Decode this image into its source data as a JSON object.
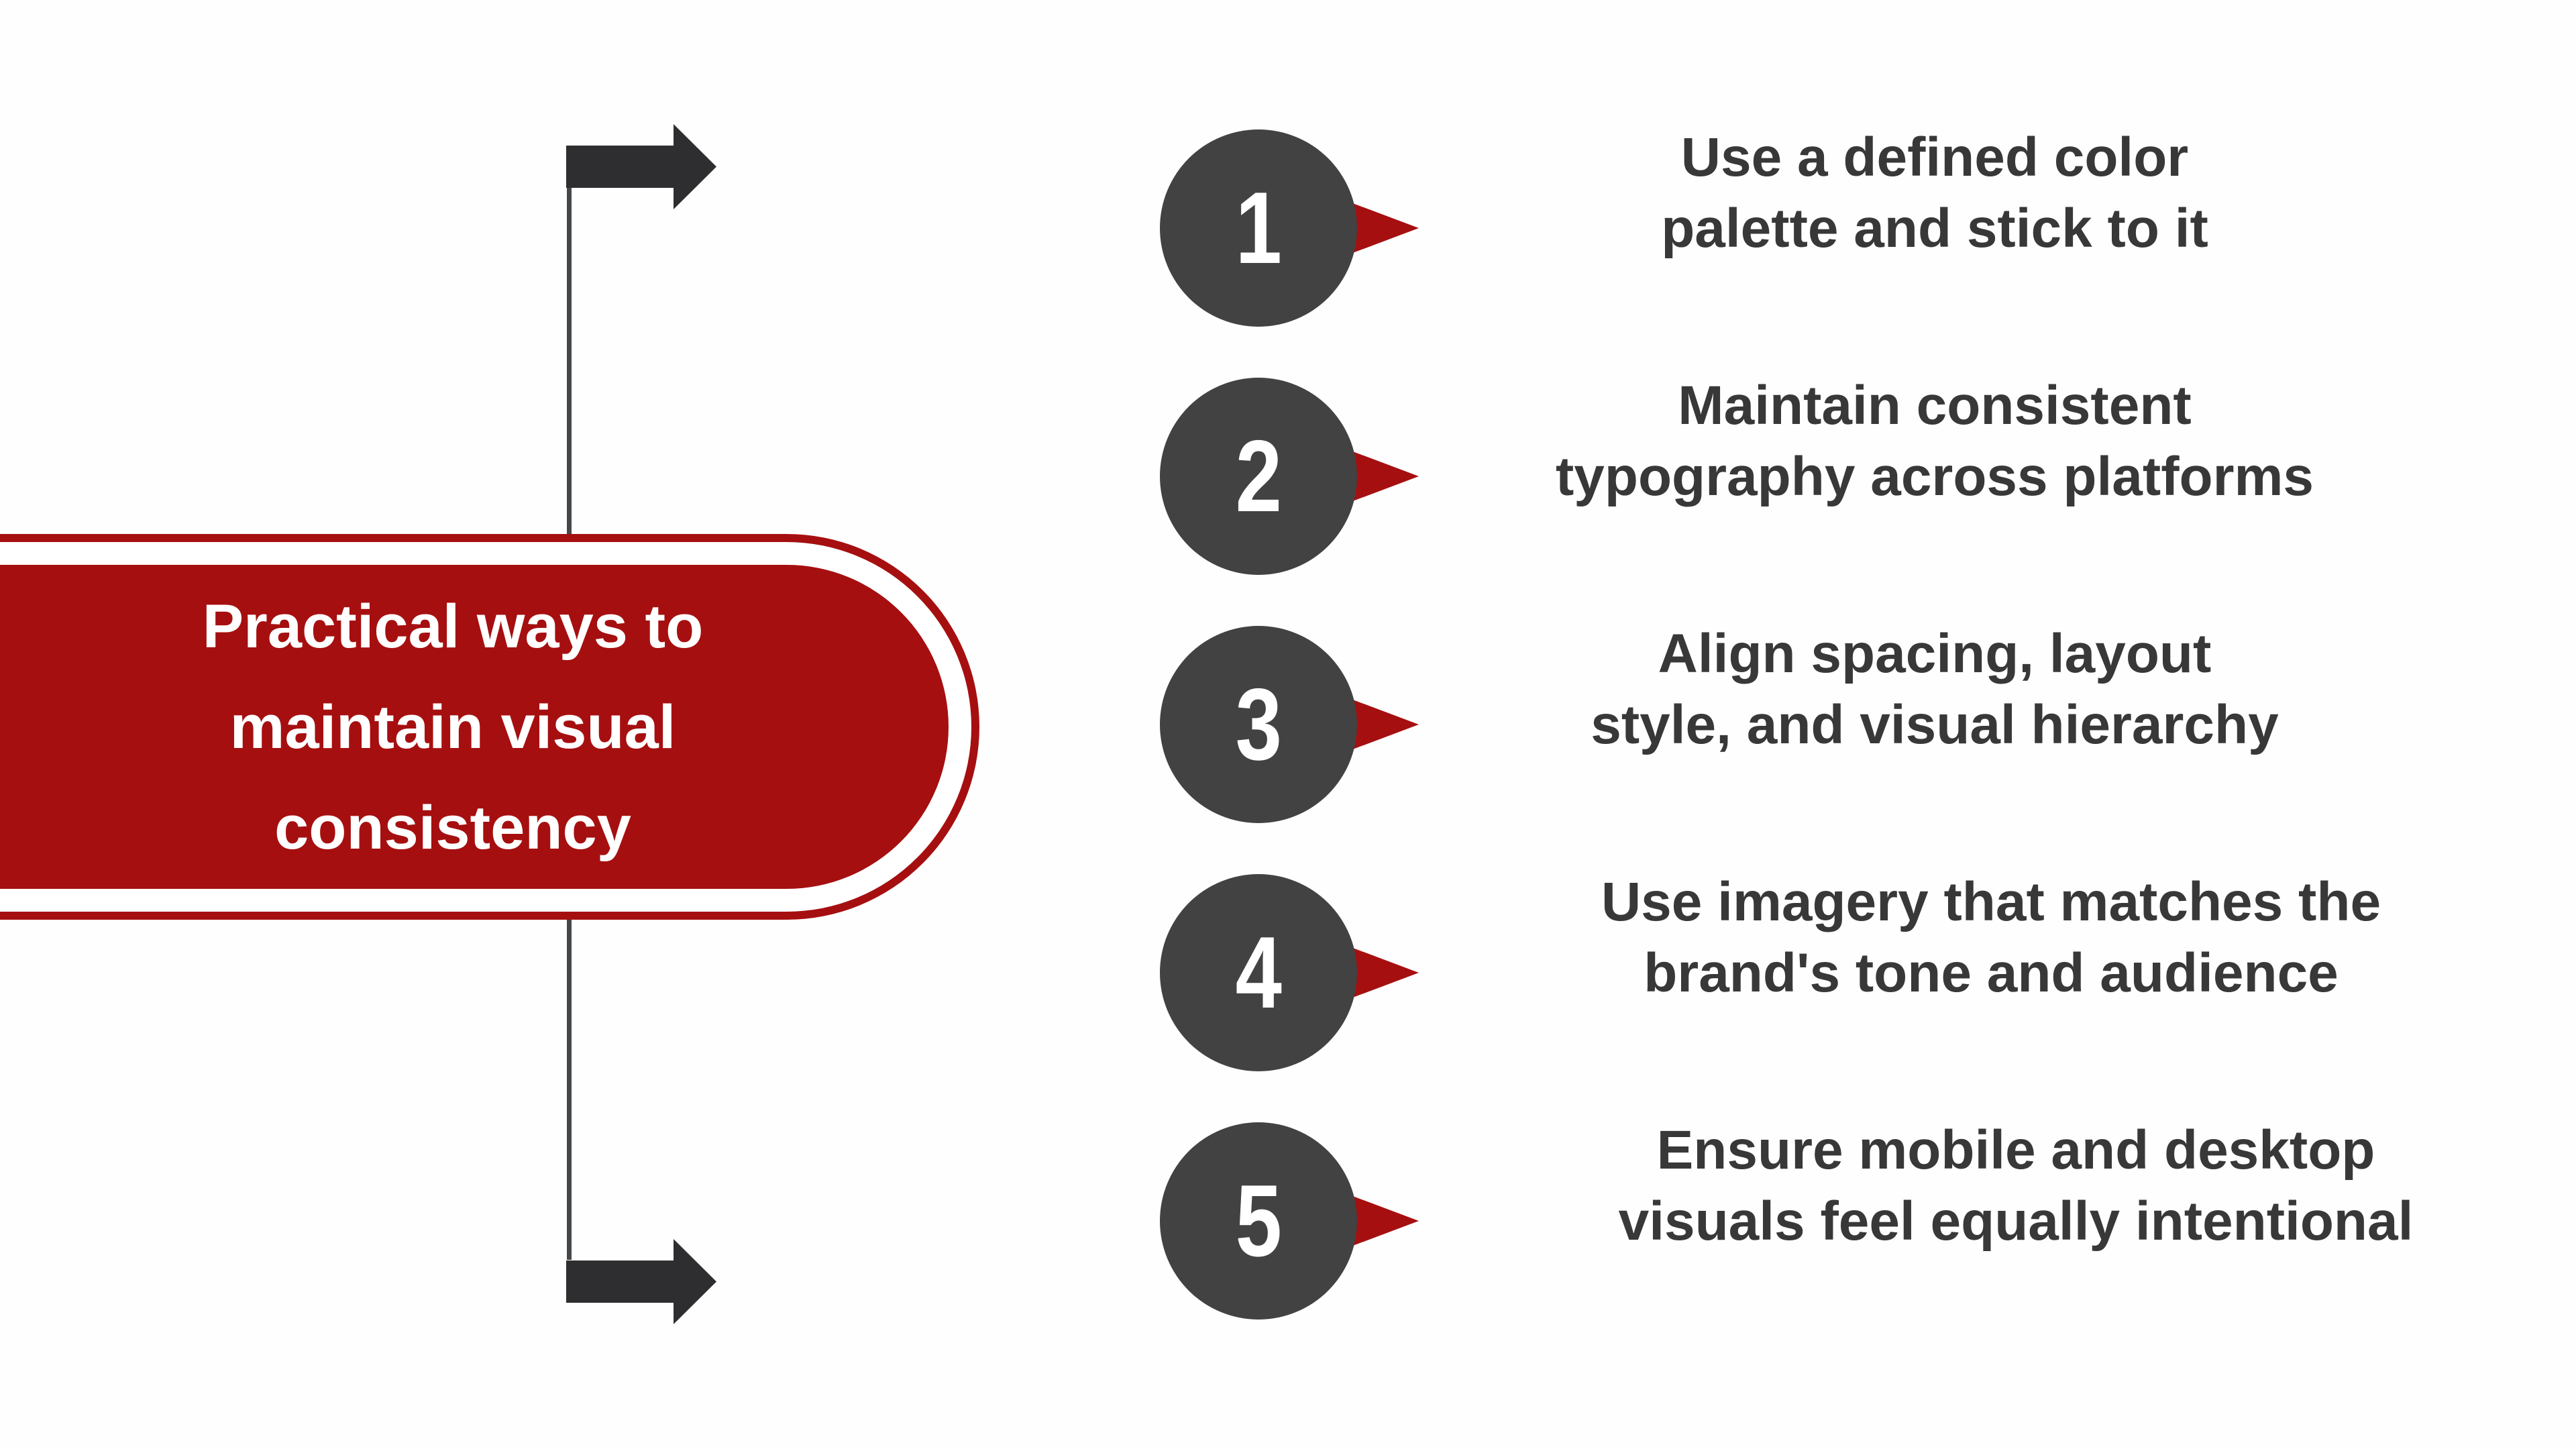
{
  "title": {
    "lines": [
      "Practical ways to",
      "maintain visual",
      "consistency"
    ]
  },
  "items": [
    {
      "number": "1",
      "text_lines": [
        "Use a defined color",
        "palette and stick to it"
      ]
    },
    {
      "number": "2",
      "text_lines": [
        "Maintain consistent",
        "typography across platforms"
      ]
    },
    {
      "number": "3",
      "text_lines": [
        "Align spacing, layout",
        "style, and visual hierarchy"
      ]
    },
    {
      "number": "4",
      "text_lines": [
        "Use imagery that matches the",
        "brand's tone and audience"
      ]
    },
    {
      "number": "5",
      "text_lines": [
        "Ensure mobile and desktop",
        "visuals feel equally intentional"
      ]
    }
  ],
  "colors": {
    "accent_red": "#a60f10",
    "circle_gray": "#424242",
    "arrow_dark": "#2e2e30",
    "connector_line_gray": "#45484a",
    "item_text": "#383838",
    "title_text": "#ffffff",
    "background": "#fefefe"
  }
}
